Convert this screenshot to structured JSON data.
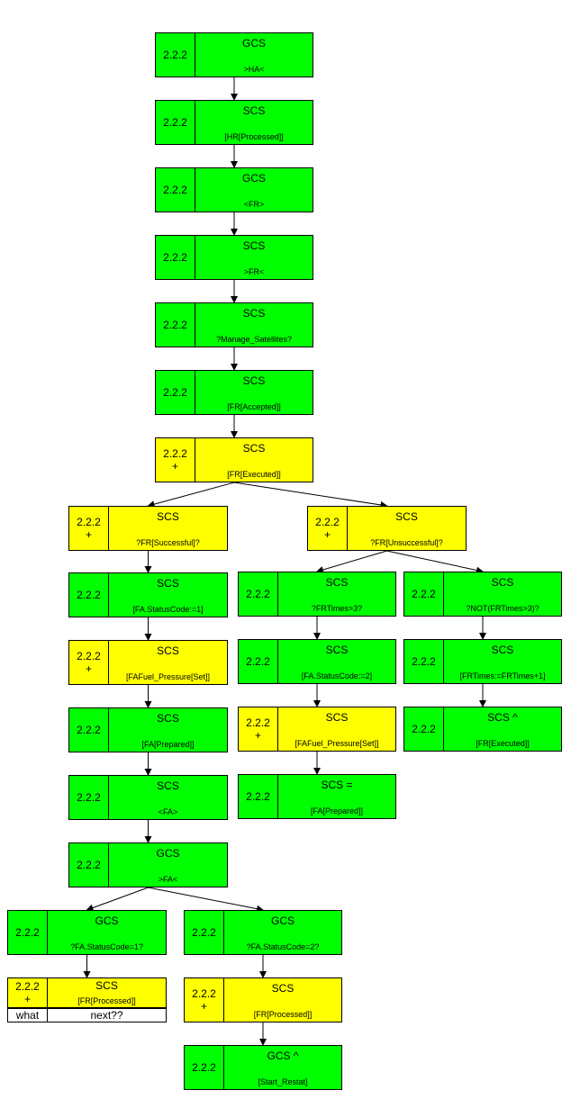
{
  "nodes": [
    {
      "id": "n1",
      "num": "2.2.2",
      "plus": "",
      "actor": "GCS",
      "label": ">HA<",
      "color": "#00ff00"
    },
    {
      "id": "n2",
      "num": "2.2.2",
      "plus": "",
      "actor": "SCS",
      "label": "[HR[Processed]]",
      "color": "#00ff00"
    },
    {
      "id": "n3",
      "num": "2.2.2",
      "plus": "",
      "actor": "GCS",
      "label": "<FR>",
      "color": "#00ff00"
    },
    {
      "id": "n4",
      "num": "2.2.2",
      "plus": "",
      "actor": "SCS",
      "label": ">FR<",
      "color": "#00ff00"
    },
    {
      "id": "n5",
      "num": "2.2.2",
      "plus": "",
      "actor": "SCS",
      "label": "?Manage_Satellites?",
      "color": "#00ff00"
    },
    {
      "id": "n6",
      "num": "2.2.2",
      "plus": "",
      "actor": "SCS",
      "label": "[FR[Accepted]]",
      "color": "#00ff00"
    },
    {
      "id": "n7",
      "num": "2.2.2",
      "plus": "+",
      "actor": "SCS",
      "label": "[FR[Executed]]",
      "color": "#ffff00"
    },
    {
      "id": "n8",
      "num": "2.2.2",
      "plus": "+",
      "actor": "SCS",
      "label": "?FR[Successful]?",
      "color": "#ffff00"
    },
    {
      "id": "n9",
      "num": "2.2.2",
      "plus": "+",
      "actor": "SCS",
      "label": "?FR[Unsuccessful]?",
      "color": "#ffff00"
    },
    {
      "id": "n10",
      "num": "2.2.2",
      "plus": "",
      "actor": "SCS",
      "label": "[FA.StatusCode:=1]",
      "color": "#00ff00"
    },
    {
      "id": "n11",
      "num": "2.2.2",
      "plus": "",
      "actor": "SCS",
      "label": "?FRTimes>3?",
      "color": "#00ff00"
    },
    {
      "id": "n12",
      "num": "2.2.2",
      "plus": "",
      "actor": "SCS",
      "label": "?NOT(FRTimes>3)?",
      "color": "#00ff00"
    },
    {
      "id": "n13",
      "num": "2.2.2",
      "plus": "+",
      "actor": "SCS",
      "label": "[FAFuel_Pressure[Set]]",
      "color": "#ffff00"
    },
    {
      "id": "n14",
      "num": "2.2.2",
      "plus": "",
      "actor": "SCS",
      "label": "[FA.StatusCode:=2]",
      "color": "#00ff00"
    },
    {
      "id": "n15",
      "num": "2.2.2",
      "plus": "",
      "actor": "SCS",
      "label": "[FRTimes:=FRTimes+1]",
      "color": "#00ff00"
    },
    {
      "id": "n16",
      "num": "2.2.2",
      "plus": "",
      "actor": "SCS",
      "label": "[FA[Prepared]]",
      "color": "#00ff00"
    },
    {
      "id": "n17",
      "num": "2.2.2",
      "plus": "+",
      "actor": "SCS",
      "label": "[FAFuel_Pressure[Set]]",
      "color": "#ffff00"
    },
    {
      "id": "n18",
      "num": "2.2.2",
      "plus": "",
      "actor": "SCS ^",
      "label": "[FR[Executed]]",
      "color": "#00ff00"
    },
    {
      "id": "n19",
      "num": "2.2.2",
      "plus": "",
      "actor": "SCS",
      "label": "<FA>",
      "color": "#00ff00"
    },
    {
      "id": "n20",
      "num": "2.2.2",
      "plus": "",
      "actor": "SCS =",
      "label": "[FA[Prepared]]",
      "color": "#00ff00"
    },
    {
      "id": "n21",
      "num": "2.2.2",
      "plus": "",
      "actor": "GCS",
      "label": ">FA<",
      "color": "#00ff00"
    },
    {
      "id": "n22",
      "num": "2.2.2",
      "plus": "",
      "actor": "GCS",
      "label": "?FA.StatusCode=1?",
      "color": "#00ff00"
    },
    {
      "id": "n23",
      "num": "2.2.2",
      "plus": "",
      "actor": "GCS",
      "label": "?FA.StatusCode=2?",
      "color": "#00ff00"
    },
    {
      "id": "n24",
      "num": "2.2.2",
      "plus": "+",
      "actor": "SCS",
      "label": "[FR[Processed]]",
      "color": "#ffff00"
    },
    {
      "id": "n25",
      "num": "2.2.2",
      "plus": "+",
      "actor": "SCS",
      "label": "[FR[Processed]]",
      "color": "#ffff00"
    },
    {
      "id": "n26",
      "num": "2.2.2",
      "plus": "",
      "actor": "GCS ^",
      "label": "[Start_Restat]",
      "color": "#00ff00"
    }
  ],
  "note": {
    "left": "what",
    "right": "next??"
  },
  "edges": [
    [
      "n1",
      "n2"
    ],
    [
      "n2",
      "n3"
    ],
    [
      "n3",
      "n4"
    ],
    [
      "n4",
      "n5"
    ],
    [
      "n5",
      "n6"
    ],
    [
      "n6",
      "n7"
    ],
    [
      "n7",
      "n8"
    ],
    [
      "n7",
      "n9"
    ],
    [
      "n8",
      "n10"
    ],
    [
      "n10",
      "n13"
    ],
    [
      "n13",
      "n16"
    ],
    [
      "n16",
      "n19"
    ],
    [
      "n19",
      "n21"
    ],
    [
      "n9",
      "n11"
    ],
    [
      "n9",
      "n12"
    ],
    [
      "n11",
      "n14"
    ],
    [
      "n14",
      "n17"
    ],
    [
      "n17",
      "n20"
    ],
    [
      "n12",
      "n15"
    ],
    [
      "n15",
      "n18"
    ],
    [
      "n21",
      "n22"
    ],
    [
      "n21",
      "n23"
    ],
    [
      "n22",
      "n24"
    ],
    [
      "n23",
      "n25"
    ],
    [
      "n25",
      "n26"
    ]
  ]
}
